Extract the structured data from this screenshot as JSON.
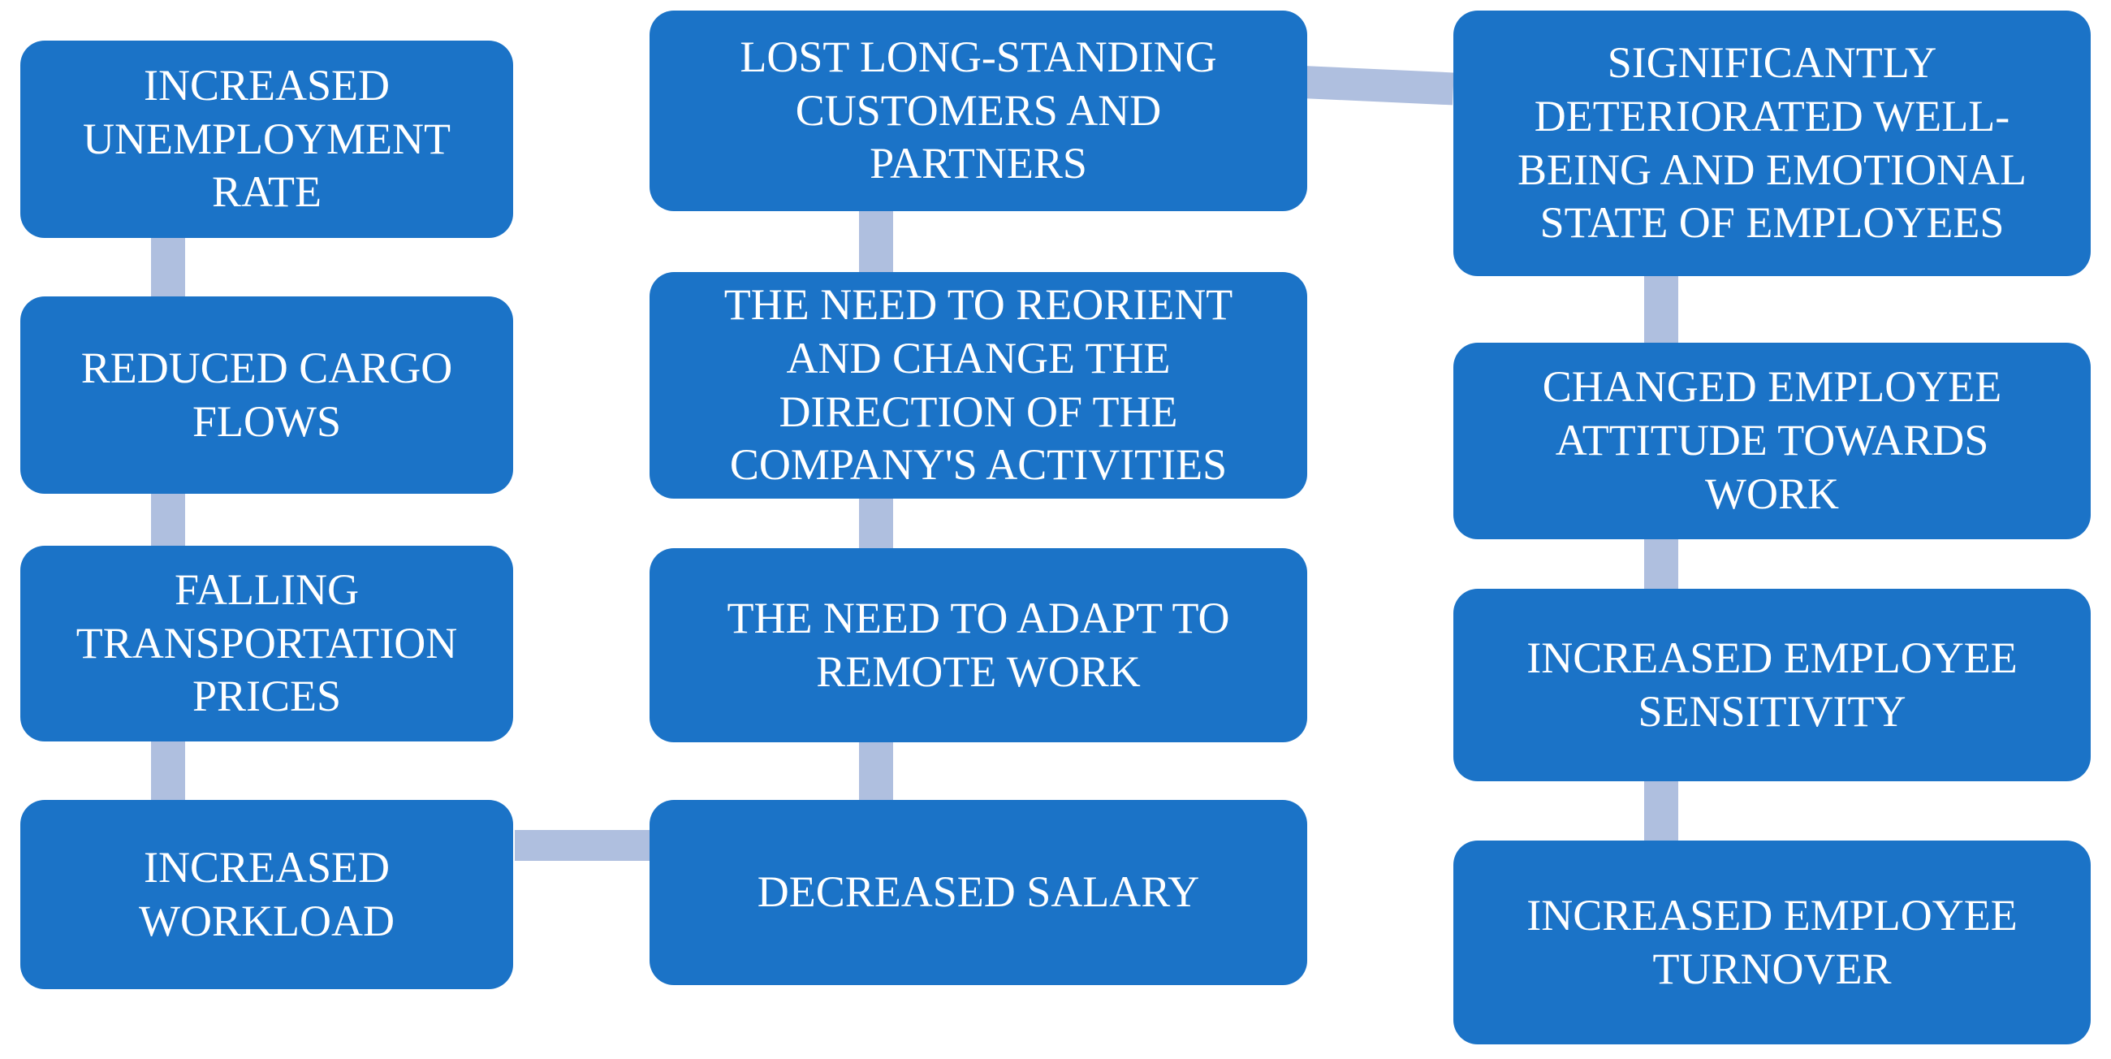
{
  "diagram": {
    "title": "Pandemic impact flow diagram",
    "background_color": "#FFFFFF",
    "node_fill_color": "#1B73C7",
    "connector_color": "#AFBFDF",
    "text_color": "#FFFFFF",
    "columns": [
      {
        "id": "market-effects",
        "nodes": [
          {
            "label": "INCREASED UNEMPLOYMENT RATE"
          },
          {
            "label": "REDUCED CARGO FLOWS"
          },
          {
            "label": "FALLING TRANSPORTATION PRICES"
          },
          {
            "label": "INCREASED WORKLOAD"
          }
        ]
      },
      {
        "id": "company-effects",
        "nodes": [
          {
            "label": "LOST LONG-STANDING CUSTOMERS AND PARTNERS"
          },
          {
            "label": "THE NEED TO REORIENT AND CHANGE THE DIRECTION OF THE COMPANY'S ACTIVITIES"
          },
          {
            "label": "THE NEED TO ADAPT TO REMOTE WORK"
          },
          {
            "label": "DECREASED SALARY"
          }
        ]
      },
      {
        "id": "employee-effects",
        "nodes": [
          {
            "label": "SIGNIFICANTLY DETERIORATED WELL-BEING AND EMOTIONAL STATE OF EMPLOYEES"
          },
          {
            "label": "CHANGED EMPLOYEE ATTITUDE TOWARDS WORK"
          },
          {
            "label": "INCREASED EMPLOYEE SENSITIVITY"
          },
          {
            "label": "INCREASED EMPLOYEE TURNOVER"
          }
        ]
      }
    ],
    "connections": [
      {
        "from": "INCREASED UNEMPLOYMENT RATE",
        "to": "REDUCED CARGO FLOWS",
        "type": "vertical"
      },
      {
        "from": "REDUCED CARGO FLOWS",
        "to": "FALLING TRANSPORTATION PRICES",
        "type": "vertical"
      },
      {
        "from": "FALLING TRANSPORTATION PRICES",
        "to": "INCREASED WORKLOAD",
        "type": "vertical"
      },
      {
        "from": "INCREASED WORKLOAD",
        "to": "DECREASED SALARY",
        "type": "horizontal"
      },
      {
        "from": "LOST LONG-STANDING CUSTOMERS AND PARTNERS",
        "to": "THE NEED TO REORIENT AND CHANGE THE DIRECTION OF THE COMPANY'S ACTIVITIES",
        "type": "vertical"
      },
      {
        "from": "THE NEED TO REORIENT AND CHANGE THE DIRECTION OF THE COMPANY'S ACTIVITIES",
        "to": "THE NEED TO ADAPT TO REMOTE WORK",
        "type": "vertical"
      },
      {
        "from": "THE NEED TO ADAPT TO REMOTE WORK",
        "to": "DECREASED SALARY",
        "type": "vertical"
      },
      {
        "from": "LOST LONG-STANDING CUSTOMERS AND PARTNERS",
        "to": "SIGNIFICANTLY DETERIORATED WELL-BEING AND EMOTIONAL STATE OF EMPLOYEES",
        "type": "diagonal"
      },
      {
        "from": "SIGNIFICANTLY DETERIORATED WELL-BEING AND EMOTIONAL STATE OF EMPLOYEES",
        "to": "CHANGED EMPLOYEE ATTITUDE TOWARDS WORK",
        "type": "vertical"
      },
      {
        "from": "CHANGED EMPLOYEE ATTITUDE TOWARDS WORK",
        "to": "INCREASED EMPLOYEE SENSITIVITY",
        "type": "vertical"
      },
      {
        "from": "INCREASED EMPLOYEE SENSITIVITY",
        "to": "INCREASED EMPLOYEE TURNOVER",
        "type": "vertical"
      }
    ]
  }
}
